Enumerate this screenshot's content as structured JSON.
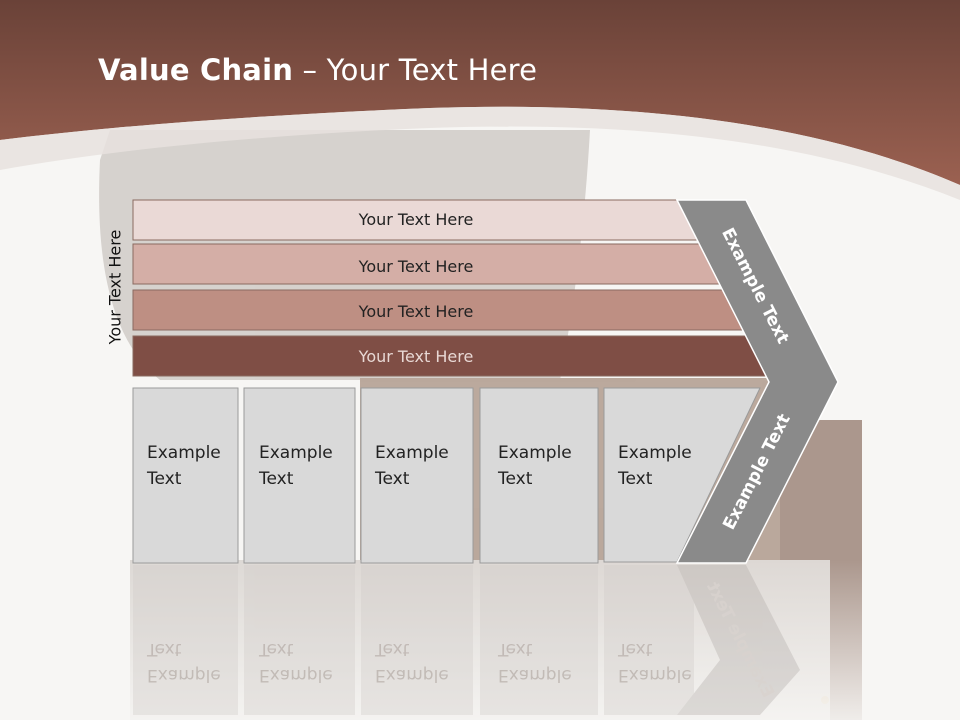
{
  "slide": {
    "title_bold": "Value Chain",
    "title_rest": " – Your Text Here",
    "side_label": "Your Text Here"
  },
  "bars": [
    {
      "label": "Your Text Here",
      "color": "#ead9d6"
    },
    {
      "label": "Your Text Here",
      "color": "#d4aea6"
    },
    {
      "label": "Your Text Here",
      "color": "#be8f83"
    },
    {
      "label": "Your Text Here",
      "color": "#7f4e45"
    }
  ],
  "boxes": [
    {
      "line1": "Example",
      "line2": "Text"
    },
    {
      "line1": "Example",
      "line2": "Text"
    },
    {
      "line1": "Example",
      "line2": "Text"
    },
    {
      "line1": "Example",
      "line2": "Text"
    },
    {
      "line1": "Example",
      "line2": "Text"
    }
  ],
  "chevron": {
    "upper_label": "Example Text",
    "lower_label": "Example Text",
    "color": "#8a8a8a"
  },
  "colors": {
    "header_top": "#6b4339",
    "header_bottom": "#98604f",
    "box_fill": "#d9d9d9",
    "background": "#f7f6f4"
  }
}
